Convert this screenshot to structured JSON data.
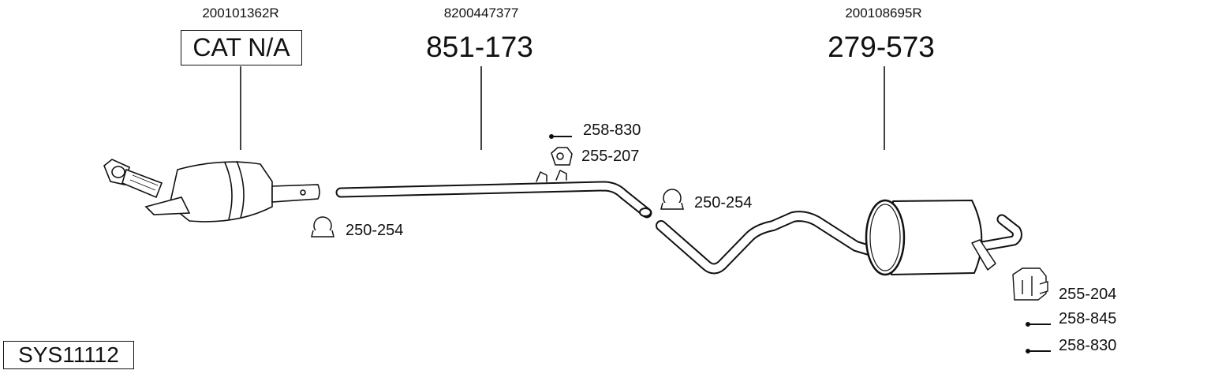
{
  "groups": [
    {
      "oem": "200101362R",
      "part": "CAT N/A"
    },
    {
      "oem": "8200447377",
      "part": "851-173"
    },
    {
      "oem": "200108695R",
      "part": "279-573"
    }
  ],
  "accessories": {
    "bolt_top": "258-830",
    "rubber_mount_top": "255-207",
    "clamp_front": "250-254",
    "clamp_rear": "250-254",
    "bracket_rear": "255-204",
    "bolt_rear_1": "258-845",
    "bolt_rear_2": "258-830"
  },
  "system_id": "SYS11112"
}
